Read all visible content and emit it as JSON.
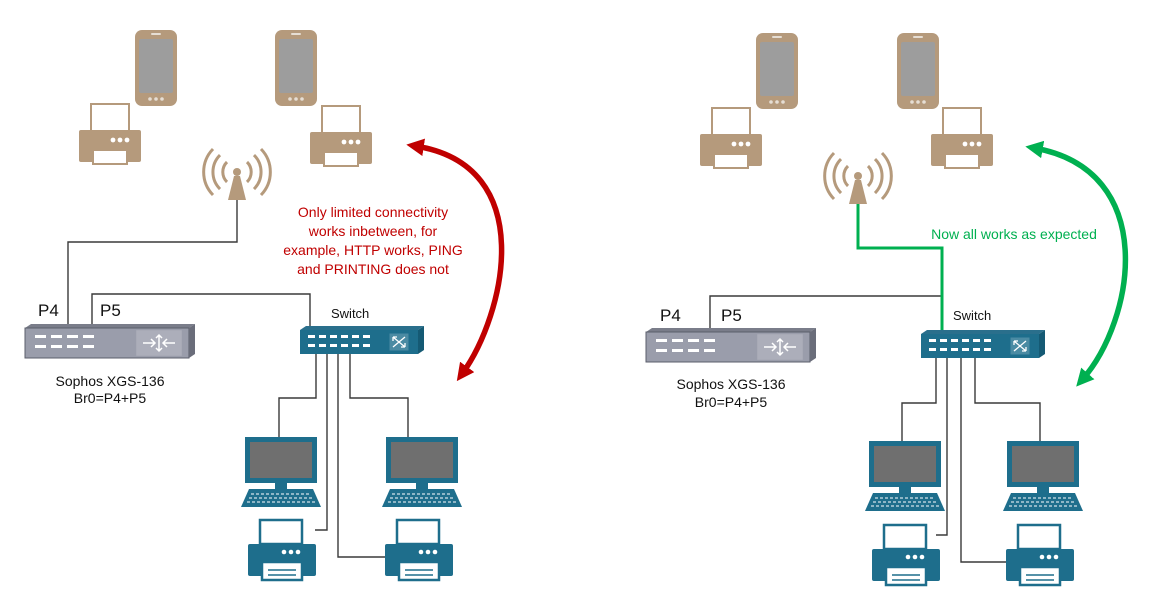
{
  "left": {
    "port_p4": "P4",
    "port_p5": "P5",
    "switch_label": "Switch",
    "firewall_name": "Sophos XGS-136",
    "firewall_bridge": "Br0=P4+P5",
    "note_lines": [
      "Only limited connectivity",
      "works inbetween, for",
      "example, HTTP works, PING",
      "and PRINTING does not"
    ]
  },
  "right": {
    "port_p4": "P4",
    "port_p5": "P5",
    "switch_label": "Switch",
    "firewall_name": "Sophos XGS-136",
    "firewall_bridge": "Br0=P4+P5",
    "note": "Now all works as expected"
  },
  "colors": {
    "problem": "#c00000",
    "ok": "#00b050",
    "wireless_device": "#b59a7c",
    "wired_device": "#1e6e8c"
  },
  "icons": [
    "smartphone-icon",
    "printer-icon",
    "wifi-antenna-icon",
    "firewall-icon",
    "switch-icon",
    "computer-icon"
  ]
}
